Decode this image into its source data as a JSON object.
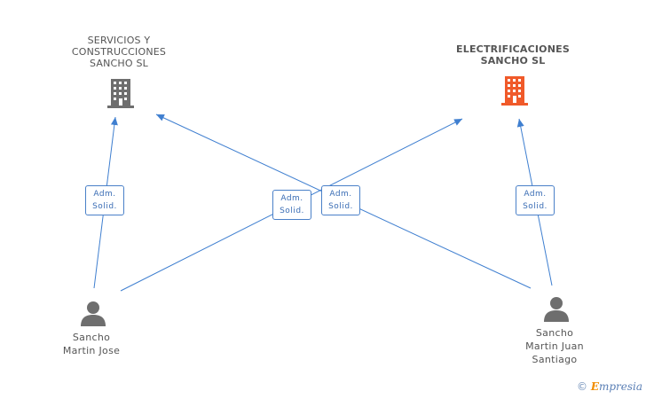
{
  "companies": [
    {
      "id": "servicios",
      "lines": [
        "SERVICIOS Y",
        "CONSTRUCCIONES",
        "SANCHO SL"
      ],
      "color": "#6e6e6e",
      "highlight": false
    },
    {
      "id": "electrificaciones",
      "lines": [
        "ELECTRIFICACIONES",
        "SANCHO SL"
      ],
      "color": "#f05a2a",
      "highlight": true
    }
  ],
  "persons": [
    {
      "id": "jose",
      "lines": [
        "Sancho",
        "Martin Jose"
      ],
      "color": "#6e6e6e"
    },
    {
      "id": "juan",
      "lines": [
        "Sancho",
        "Martin Juan",
        "Santiago"
      ],
      "color": "#6e6e6e"
    }
  ],
  "relations": [
    {
      "from": "jose",
      "to": "servicios",
      "role": [
        "Adm.",
        "Solid."
      ]
    },
    {
      "from": "jose",
      "to": "electrificaciones",
      "role": [
        "Adm.",
        "Solid."
      ]
    },
    {
      "from": "juan",
      "to": "servicios",
      "role": [
        "Adm.",
        "Solid."
      ]
    },
    {
      "from": "juan",
      "to": "electrificaciones",
      "role": [
        "Adm.",
        "Solid."
      ]
    }
  ],
  "colors": {
    "edge": "#3f7fd0",
    "role_text": "#3a6db5"
  },
  "footer": {
    "copyright": "©",
    "brand_initial": "E",
    "brand_rest": "mpresia"
  }
}
